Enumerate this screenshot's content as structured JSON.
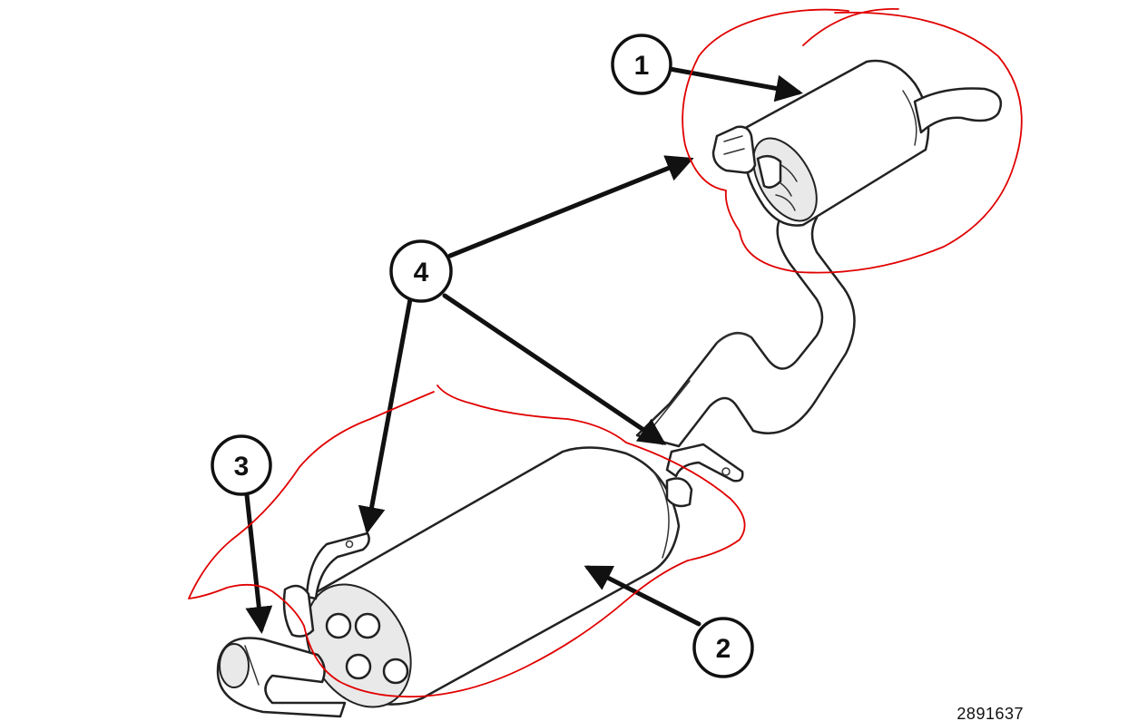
{
  "diagram": {
    "callouts": [
      {
        "id": "c1",
        "label": "1"
      },
      {
        "id": "c2",
        "label": "2"
      },
      {
        "id": "c3",
        "label": "3"
      },
      {
        "id": "c4",
        "label": "4"
      }
    ],
    "figure_number": "2891637"
  },
  "colors": {
    "markup": "#e00000",
    "line": "#111111"
  }
}
